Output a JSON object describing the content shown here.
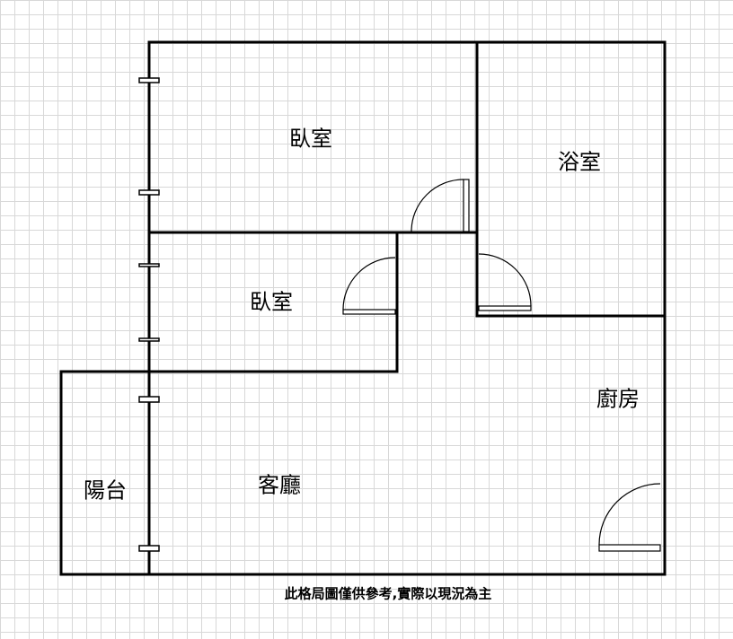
{
  "rooms": {
    "bedroom_1": "臥室",
    "bathroom": "浴室",
    "bedroom_2": "臥室",
    "kitchen": "廚房",
    "living_room": "客廳",
    "balcony": "陽台"
  },
  "caption": "此格局圖僅供參考,實際以現況為主"
}
